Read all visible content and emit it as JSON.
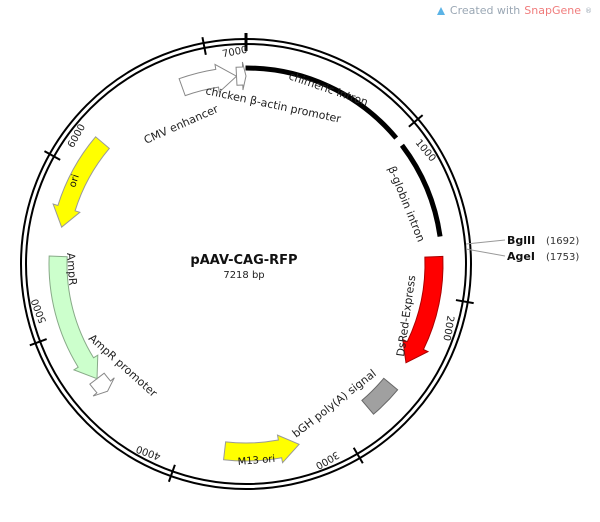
{
  "header": {
    "watermark_prefix": "Created with",
    "watermark_brand": "SnapGene",
    "watermark_mark": "®"
  },
  "plasmid": {
    "name": "pAAV-CAG-RFP",
    "length_label": "7218 bp",
    "length_bp": 7218
  },
  "colors": {
    "backbone": "#000000",
    "cmv": "#ffffff",
    "chicken_promoter": "#ffffff",
    "intron": "#000000",
    "dsred": "#ff0000",
    "polya": "#a0a0a0",
    "m13": "#ffff00",
    "ampr": "#ccffcc",
    "ampr_promoter": "#ffffff",
    "ori": "#ffff00"
  },
  "ticks": [
    {
      "bp": 1000,
      "label": "1000"
    },
    {
      "bp": 2000,
      "label": "2000"
    },
    {
      "bp": 3000,
      "label": "3000"
    },
    {
      "bp": 4000,
      "label": "4000"
    },
    {
      "bp": 5000,
      "label": "5000"
    },
    {
      "bp": 6000,
      "label": "6000"
    },
    {
      "bp": 7000,
      "label": "7000"
    }
  ],
  "features": [
    {
      "id": "cmv",
      "label": "CMV enhancer",
      "start": 6820,
      "end": 7160
    },
    {
      "id": "chicken",
      "label": "chicken β-actin promoter",
      "start": 7160,
      "end": 7218
    },
    {
      "id": "chimeric",
      "label": "chimeric intron",
      "start": 0,
      "end": 1000
    },
    {
      "id": "bglobin",
      "label": "β-globin intron",
      "start": 1060,
      "end": 1640
    },
    {
      "id": "dsred",
      "label": "DsRed-Express",
      "start": 1760,
      "end": 2440
    },
    {
      "id": "polya",
      "label": "bGH poly(A) signal",
      "start": 2600,
      "end": 2800
    },
    {
      "id": "m13",
      "label": "M13 ori",
      "start": 3280,
      "end": 3740
    },
    {
      "id": "ampr_promoter",
      "label": "AmpR promoter",
      "start": 4560,
      "end": 4660
    },
    {
      "id": "ampr",
      "label": "AmpR",
      "start": 4660,
      "end": 5460
    },
    {
      "id": "ori",
      "label": "ori",
      "start": 5640,
      "end": 6220
    }
  ],
  "sites": [
    {
      "name": "BglII",
      "position": "(1692)"
    },
    {
      "name": "AgeI",
      "position": "(1753)"
    }
  ]
}
